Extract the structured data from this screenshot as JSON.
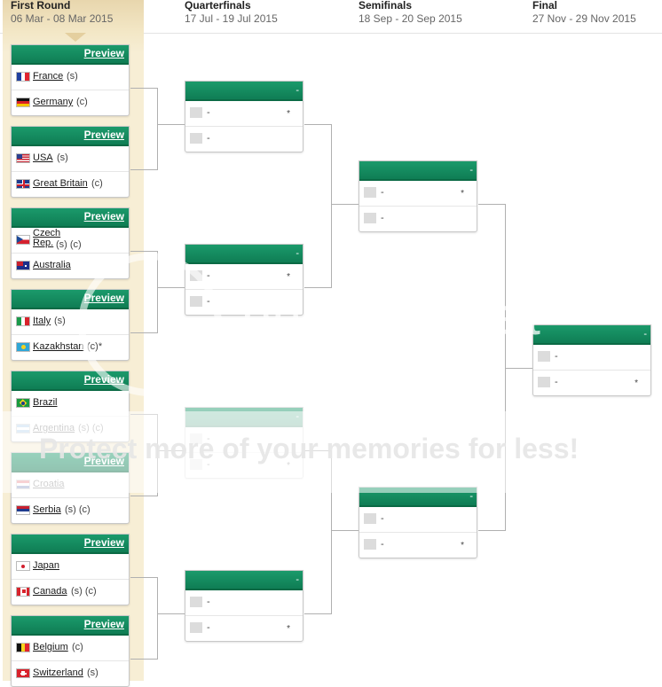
{
  "rounds": [
    {
      "name": "First Round",
      "dates": "06 Mar - 08 Mar 2015"
    },
    {
      "name": "Quarterfinals",
      "dates": "17 Jul - 19 Jul 2015"
    },
    {
      "name": "Semifinals",
      "dates": "18 Sep - 20 Sep 2015"
    },
    {
      "name": "Final",
      "dates": "27 Nov - 29 Nov 2015"
    }
  ],
  "first_round": [
    {
      "preview": "Preview",
      "teams": [
        {
          "flag": "france",
          "name": "France",
          "note": "(s)"
        },
        {
          "flag": "germany",
          "name": "Germany",
          "note": "(c)"
        }
      ]
    },
    {
      "preview": "Preview",
      "teams": [
        {
          "flag": "usa",
          "name": "USA",
          "note": "(s)"
        },
        {
          "flag": "uk",
          "name": "Great Britain",
          "note": "(c)"
        }
      ]
    },
    {
      "preview": "Preview",
      "teams": [
        {
          "flag": "czech",
          "name": "Czech Rep.",
          "note": "(s) (c)"
        },
        {
          "flag": "australia",
          "name": "Australia",
          "note": ""
        }
      ]
    },
    {
      "preview": "Preview",
      "teams": [
        {
          "flag": "italy",
          "name": "Italy",
          "note": "(s)"
        },
        {
          "flag": "kazakhstan",
          "name": "Kazakhstan",
          "note": "(c)*"
        }
      ]
    },
    {
      "preview": "Preview",
      "teams": [
        {
          "flag": "brazil",
          "name": "Brazil",
          "note": ""
        },
        {
          "flag": "argentina",
          "name": "Argentina",
          "note": "(s) (c)"
        }
      ]
    },
    {
      "preview": "Preview",
      "teams": [
        {
          "flag": "croatia",
          "name": "Croatia",
          "note": ""
        },
        {
          "flag": "serbia",
          "name": "Serbia",
          "note": "(s) (c)"
        }
      ]
    },
    {
      "preview": "Preview",
      "teams": [
        {
          "flag": "japan",
          "name": "Japan",
          "note": ""
        },
        {
          "flag": "canada",
          "name": "Canada",
          "note": "(s) (c)"
        }
      ]
    },
    {
      "preview": "Preview",
      "teams": [
        {
          "flag": "belgium",
          "name": "Belgium",
          "note": "(c)"
        },
        {
          "flag": "switzerland",
          "name": "Switzerland",
          "note": "(s)"
        }
      ]
    }
  ],
  "quarterfinals": [
    {
      "header": "-",
      "rows": [
        {
          "text": "-",
          "star": "*"
        },
        {
          "text": "-",
          "star": ""
        }
      ]
    },
    {
      "header": "-",
      "rows": [
        {
          "text": "-",
          "star": "*"
        },
        {
          "text": "-",
          "star": ""
        }
      ]
    },
    {
      "header": "-",
      "rows": [
        {
          "text": "-",
          "star": ""
        },
        {
          "text": "-",
          "star": "*"
        }
      ]
    },
    {
      "header": "-",
      "rows": [
        {
          "text": "-",
          "star": ""
        },
        {
          "text": "-",
          "star": "*"
        }
      ]
    }
  ],
  "semifinals": [
    {
      "header": "-",
      "rows": [
        {
          "text": "-",
          "star": "*"
        },
        {
          "text": "-",
          "star": ""
        }
      ]
    },
    {
      "header": "-",
      "rows": [
        {
          "text": "-",
          "star": ""
        },
        {
          "text": "-",
          "star": "*"
        }
      ]
    }
  ],
  "final": {
    "header": "-",
    "rows": [
      {
        "text": "-",
        "star": ""
      },
      {
        "text": "-",
        "star": "*"
      }
    ]
  },
  "watermark": {
    "brand": "photobucket",
    "slogan": "Protect more of your memories for less!"
  },
  "colors": {
    "accent_green": "#0f7d54",
    "first_round_bg": "#f7eed5"
  }
}
